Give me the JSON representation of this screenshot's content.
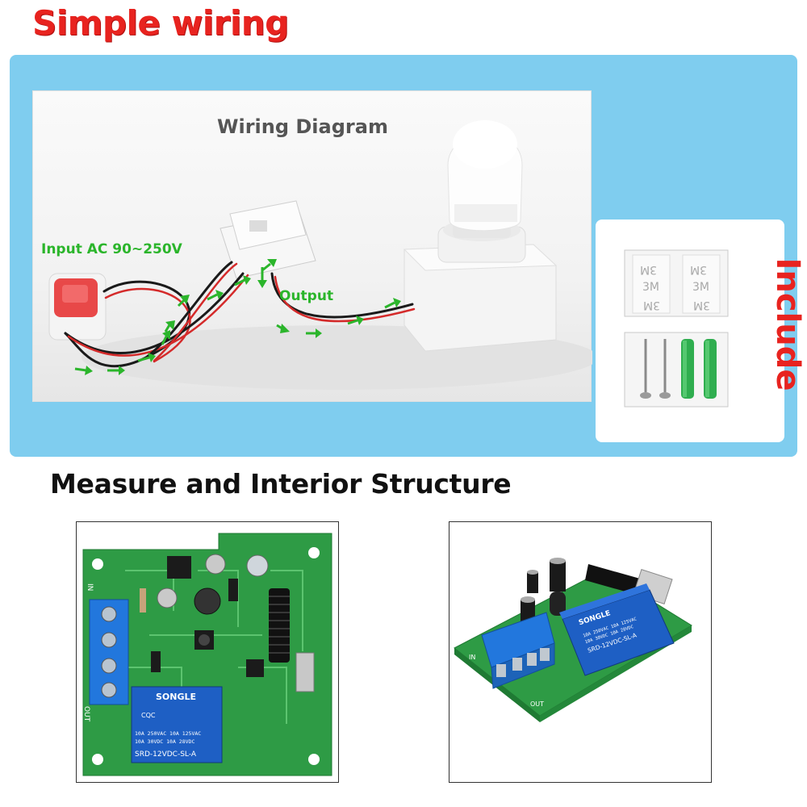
{
  "header": {
    "title": "Simple wiring"
  },
  "wiring": {
    "diagram_title": "Wiring Diagram",
    "input_label": "Input AC 90~250V",
    "output_label": "Output"
  },
  "include": {
    "label": "Include",
    "tape_mark": "3M"
  },
  "structure": {
    "title": "Measure and Interior Structure"
  },
  "relay": {
    "brand": "SONGLE",
    "line1": "10A 250VAC  10A 125VAC",
    "line2": "10A 30VDC   10A 28VDC",
    "model": "SRD-12VDC-SL-A",
    "cqc": "CQC",
    "pin_in": "IN",
    "pin_out": "OUT"
  },
  "colors": {
    "title_red": "#e8231f",
    "panel_blue": "#7fcdef",
    "arrow_green": "#2bb52b",
    "pcb_green": "#2e9b45",
    "relay_blue": "#1e5fc4",
    "terminal_blue": "#2277dd"
  }
}
